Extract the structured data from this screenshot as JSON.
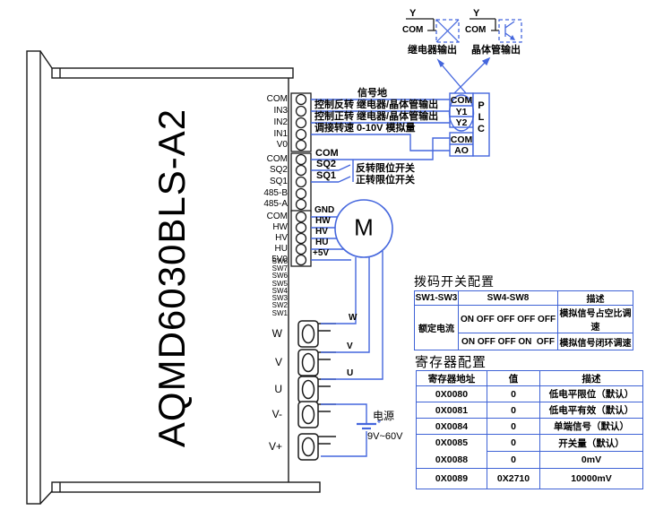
{
  "device": {
    "model": "AQMD6030BLS-A2"
  },
  "pins": {
    "group1": [
      "COM",
      "IN3",
      "IN2",
      "IN1",
      "V0"
    ],
    "group2": [
      "COM",
      "SQ2",
      "SQ1",
      "485-B",
      "485-A"
    ],
    "group3": [
      "COM",
      "HW",
      "HV",
      "HU",
      "5V0"
    ],
    "dip": [
      "SW8",
      "SW7",
      "SW6",
      "SW5",
      "SW4",
      "SW3",
      "SW2",
      "SW1"
    ],
    "power": [
      "W",
      "V",
      "U",
      "V-",
      "V+"
    ]
  },
  "wires": {
    "signal_ground": "信号地",
    "reverse": "控制反转  继电器/晶体管输出",
    "forward": "控制正转  继电器/晶体管输出",
    "speed": "调接转速  0-10V 模拟量",
    "com": "COM",
    "sq2": "SQ2",
    "sq1": "SQ1",
    "reverse_limit": "反转限位开关",
    "forward_limit": "正转限位开关",
    "hall": [
      "GND",
      "HW",
      "HV",
      "HU",
      "+5V"
    ],
    "phase": [
      "W",
      "V",
      "U"
    ]
  },
  "plc": {
    "cells": [
      "COM",
      "Y1",
      "Y2",
      "COM",
      "AO"
    ],
    "letters": [
      "P",
      "L",
      "C"
    ]
  },
  "outputs": {
    "relay": {
      "y": "Y",
      "com": "COM",
      "label": "继电器输出"
    },
    "transistor": {
      "y": "Y",
      "com": "COM",
      "label": "晶体管输出"
    }
  },
  "motor": {
    "symbol": "M"
  },
  "power_supply": {
    "label": "电源",
    "range": "9V~60V"
  },
  "dip_table": {
    "title": "拨码开关配置",
    "headers": [
      "SW1-SW3",
      "SW4-SW8",
      "描述"
    ],
    "group_label": "额定电流",
    "rows": [
      {
        "sw": "ON OFF OFF OFF OFF",
        "desc": "模拟信号占空比调速"
      },
      {
        "sw": "ON OFF OFF ON  OFF",
        "desc": "模拟信号闭环调速"
      }
    ]
  },
  "register_table": {
    "title": "寄存器配置",
    "headers": [
      "寄存器地址",
      "值",
      "描述"
    ],
    "rows": [
      {
        "addr": "0X0080",
        "val": "0",
        "desc": "低电平限位（默认）"
      },
      {
        "addr": "0X0081",
        "val": "0",
        "desc": "低电平有效（默认）"
      },
      {
        "addr": "0X0084",
        "val": "0",
        "desc": "单端信号（默认）"
      },
      {
        "addr": "0X0085",
        "val": "0",
        "desc": "开关量（默认）"
      },
      {
        "addr": "0X0088",
        "val": "0",
        "desc": "0mV"
      },
      {
        "addr": "0X0089",
        "val": "0X2710",
        "desc": "10000mV"
      }
    ]
  },
  "colors": {
    "wire": "#4466dd",
    "table_border": "#3f63d6"
  }
}
